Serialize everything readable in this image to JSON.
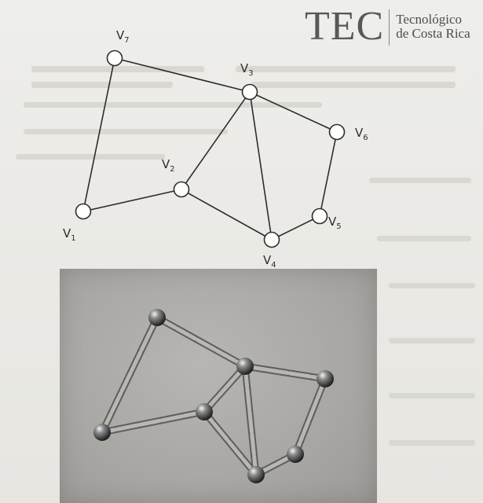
{
  "logo": {
    "mark": "TEC",
    "line1": "Tecnológico",
    "line2": "de Costa Rica"
  },
  "graph": {
    "vertices": [
      {
        "id": "v1",
        "label": "V",
        "sub": "1"
      },
      {
        "id": "v2",
        "label": "V",
        "sub": "2"
      },
      {
        "id": "v3",
        "label": "V",
        "sub": "3"
      },
      {
        "id": "v4",
        "label": "V",
        "sub": "4"
      },
      {
        "id": "v5",
        "label": "V",
        "sub": "5"
      },
      {
        "id": "v6",
        "label": "V",
        "sub": "6"
      },
      {
        "id": "v7",
        "label": "V",
        "sub": "7"
      }
    ],
    "edges": [
      [
        "v1",
        "v7"
      ],
      [
        "v7",
        "v3"
      ],
      [
        "v3",
        "v6"
      ],
      [
        "v6",
        "v5"
      ],
      [
        "v5",
        "v4"
      ],
      [
        "v4",
        "v2"
      ],
      [
        "v2",
        "v1"
      ],
      [
        "v2",
        "v3"
      ],
      [
        "v3",
        "v4"
      ]
    ]
  },
  "colors": {
    "paper": "#ebeae6",
    "ink": "#2e2d2b",
    "node_fill": "#ffffff",
    "photo_bg": "#a9a8a4",
    "rod": "#8e8d89",
    "ball": "#3a3a3a"
  }
}
